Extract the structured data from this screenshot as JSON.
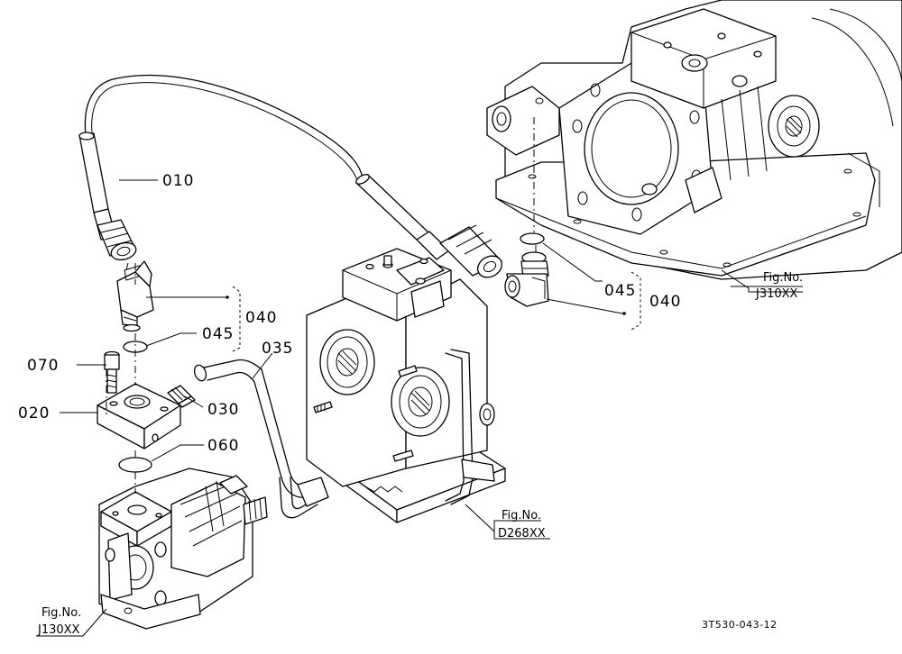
{
  "parts": {
    "p010": "010",
    "p040_top": "040",
    "p045_top": "045",
    "p040_right": "040",
    "p045_right": "045",
    "p035": "035",
    "p070": "070",
    "p030": "030",
    "p020": "020",
    "p060": "060"
  },
  "figures": {
    "label": "Fig.No.",
    "j310": "J310XX",
    "d268": "D268XX",
    "j130": "J130XX"
  },
  "drawing_code": "3T530-043-12"
}
